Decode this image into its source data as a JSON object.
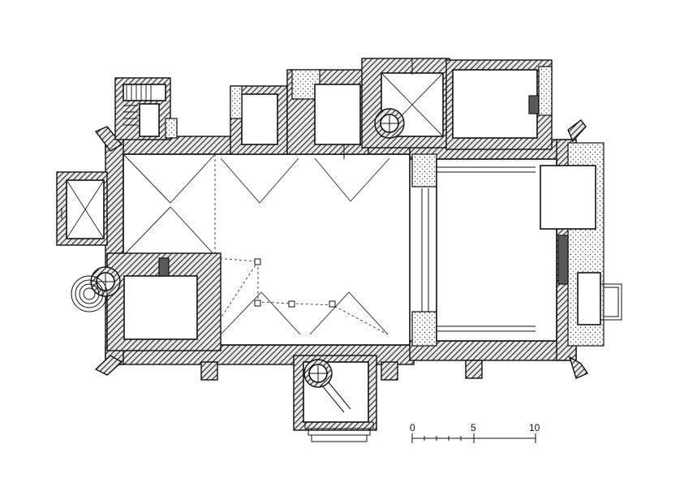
{
  "scale_bar": {
    "ticks": [
      "0",
      "5",
      "10"
    ]
  }
}
